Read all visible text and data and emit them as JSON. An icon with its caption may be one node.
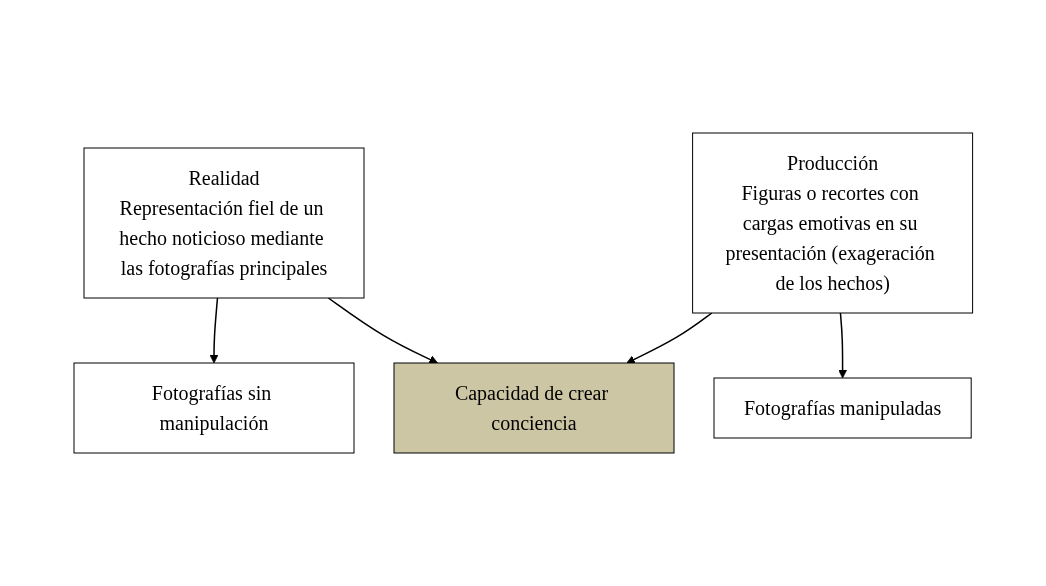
{
  "diagram": {
    "nodes": [
      {
        "text": [
          "Realidad",
          "Representación fiel de un hecho noticioso mediante las fotografías principales"
        ]
      },
      {
        "text": [
          "Producción",
          "Figuras o recortes con cargas emotivas en su presentación (exageración de los hechos)"
        ]
      },
      {
        "text": [
          "Capacidad de crear conciencia"
        ]
      },
      {
        "text": [
          "Fotografías sin manipulación"
        ]
      },
      {
        "text": [
          "Fotografías manipuladas"
        ]
      }
    ],
    "edges": [
      {
        "from": 0,
        "to": 3,
        "arrow": "to"
      },
      {
        "from": 0,
        "to": 2,
        "arrow": "to"
      },
      {
        "from": 1,
        "to": 2,
        "arrow": "to"
      },
      {
        "from": 1,
        "to": 4,
        "arrow": "to"
      }
    ]
  }
}
